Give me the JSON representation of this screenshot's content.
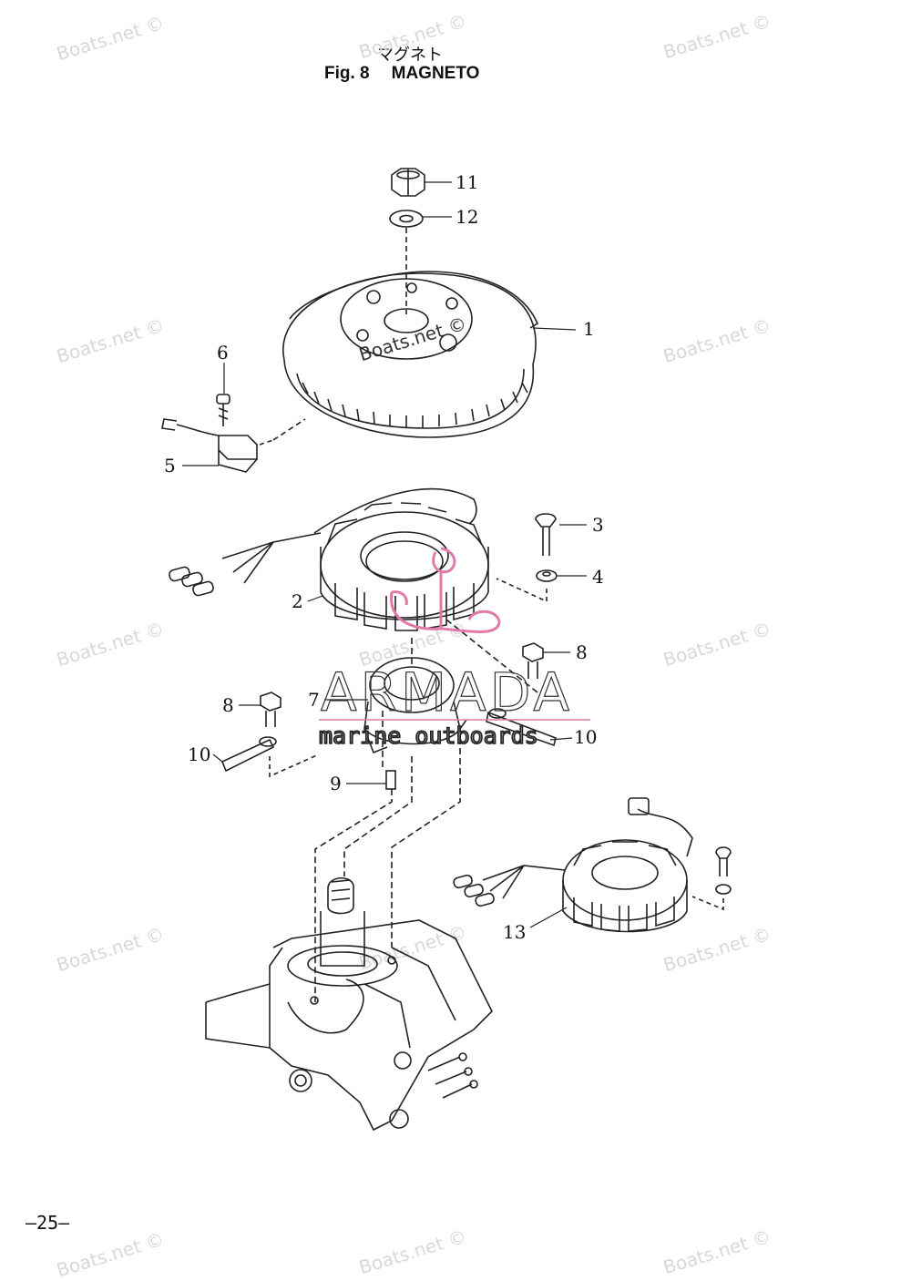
{
  "title": {
    "jp": "マグネト",
    "fig": "Fig. 8",
    "name": "MAGNETO"
  },
  "page_number": "–25–",
  "watermark_text": "Boats.net ©",
  "brand": {
    "name": "ARMADA",
    "tagline": "marine outboards",
    "accent": "#e07aa8"
  },
  "callouts": [
    "1",
    "2",
    "3",
    "4",
    "5",
    "6",
    "7",
    "8",
    "8",
    "9",
    "10",
    "10",
    "11",
    "12",
    "13"
  ]
}
